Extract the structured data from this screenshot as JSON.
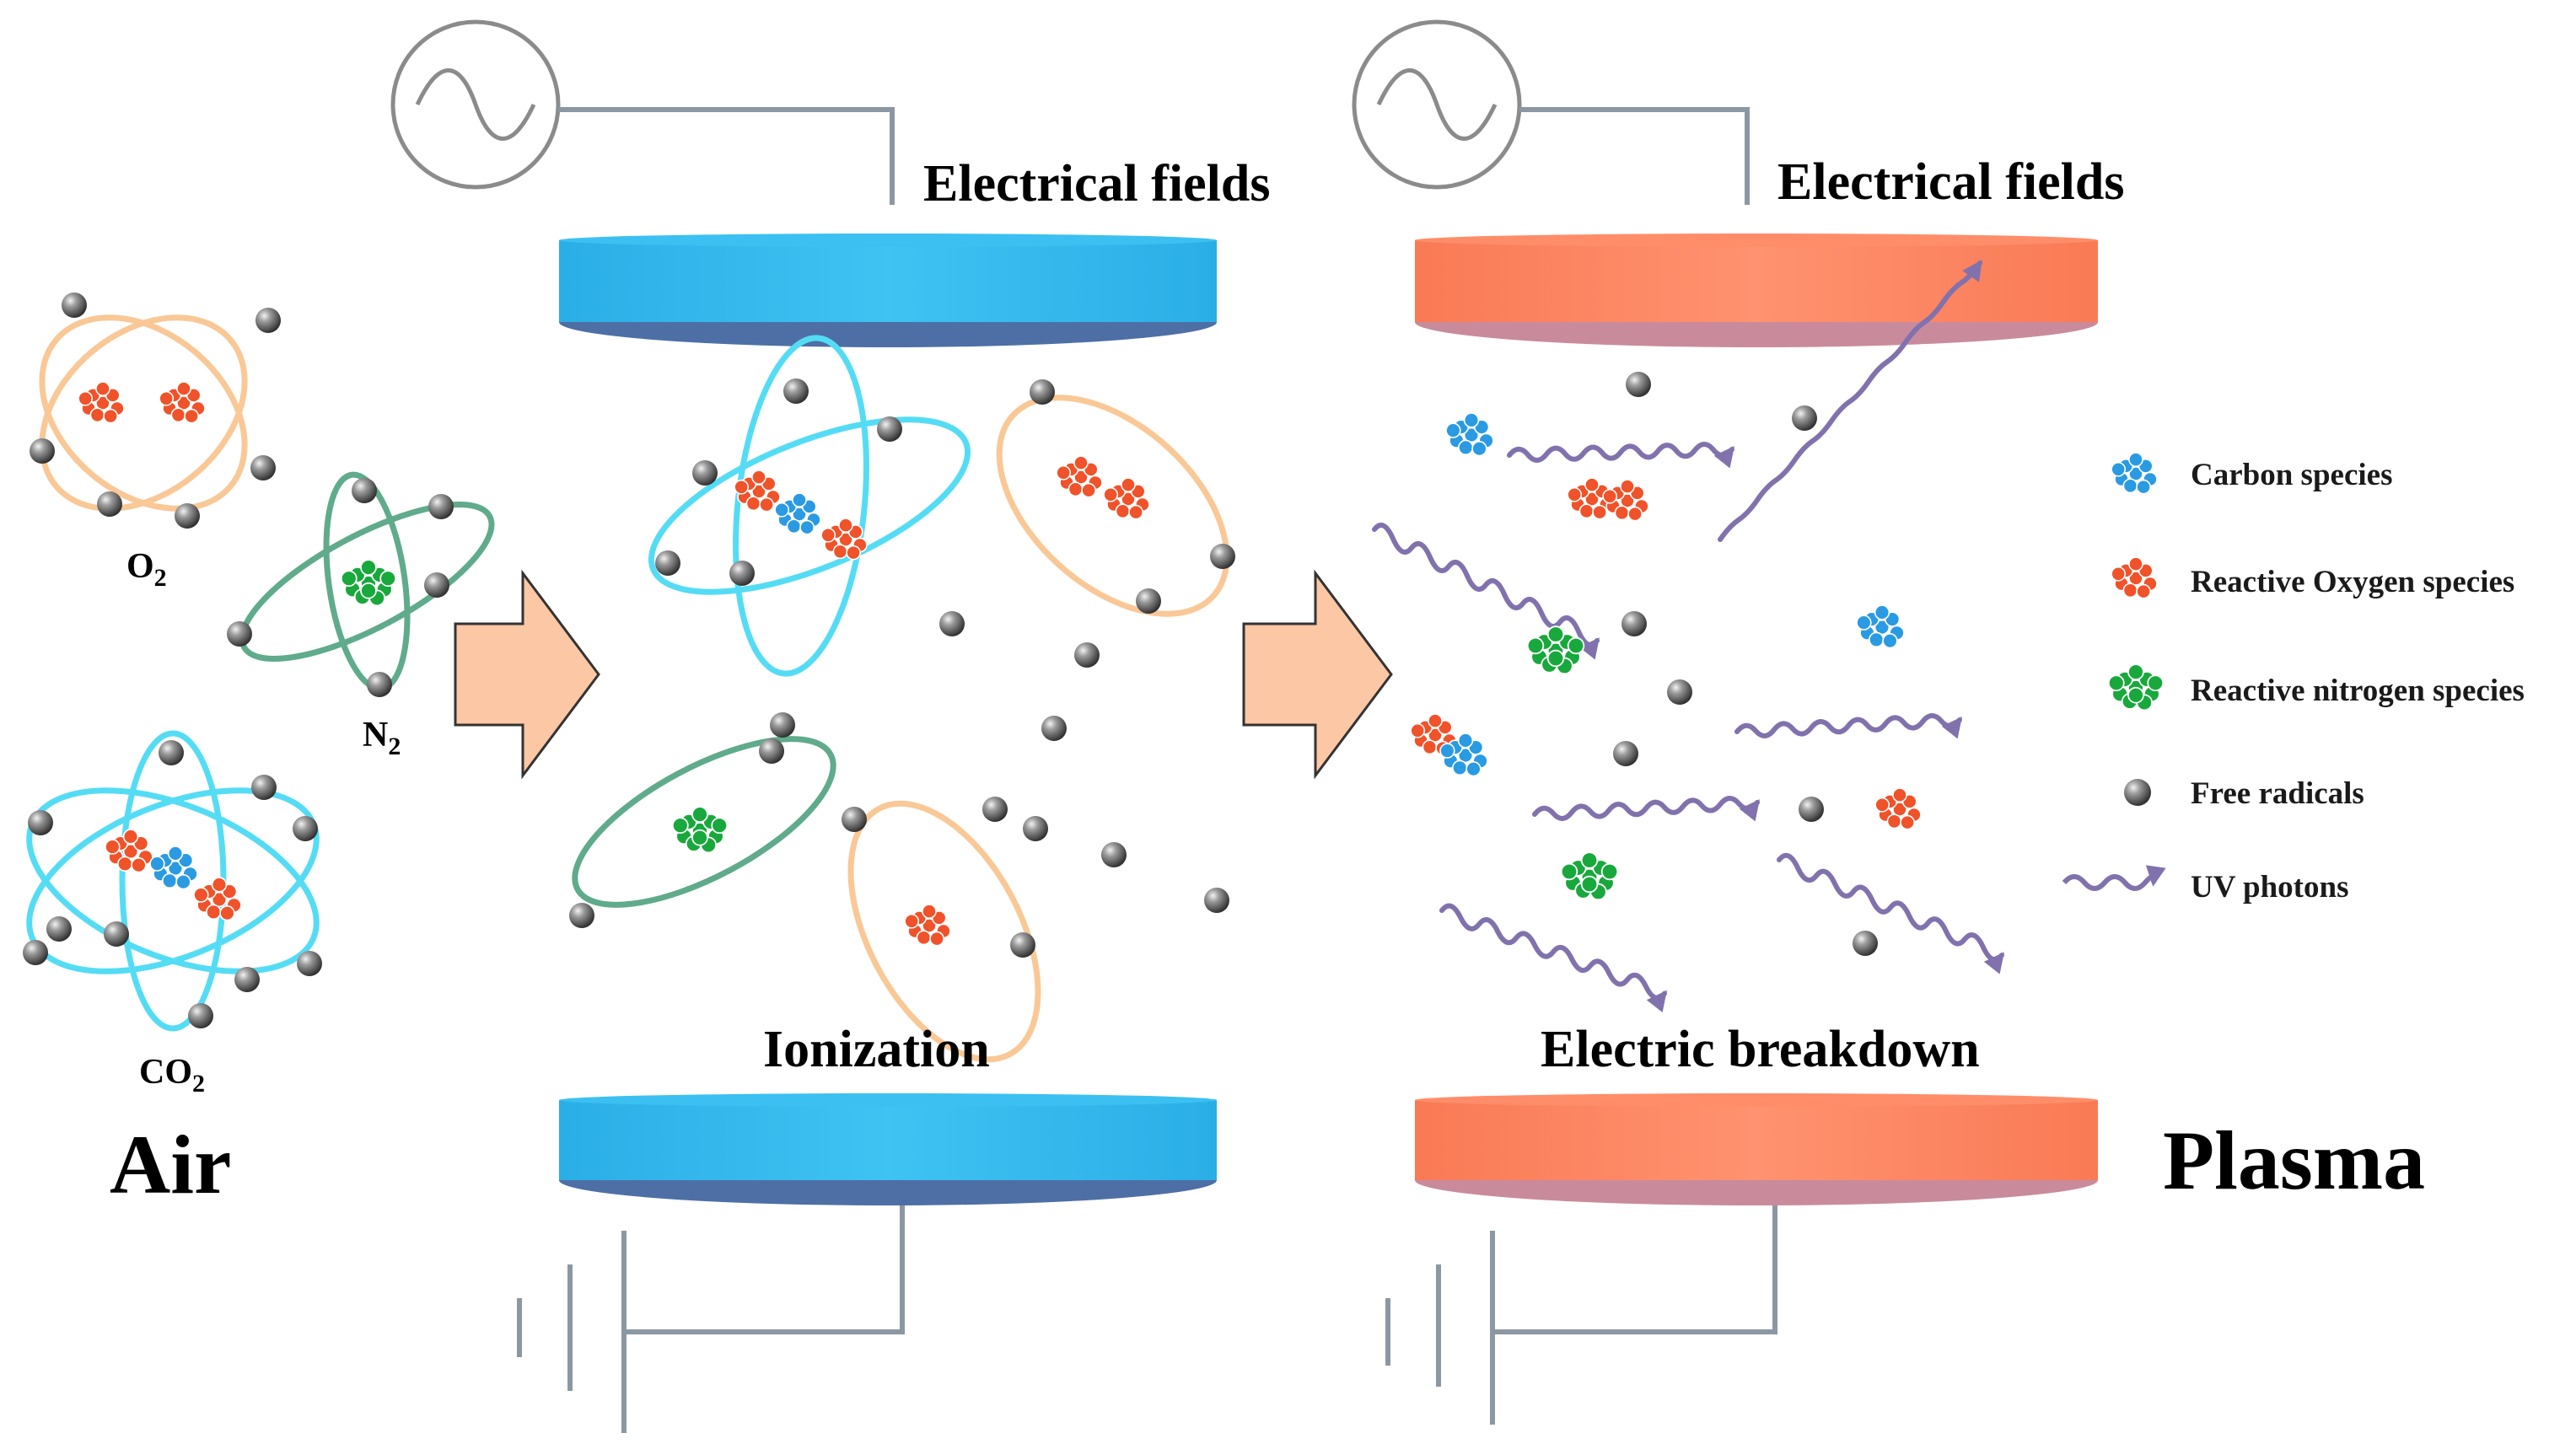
{
  "colors": {
    "blue_plate": "#33b8ee",
    "blue_plate_bottom": "#4e6fa6",
    "orange_plate": "#fd8660",
    "orange_plate_bottom": "#c98b9c",
    "wire": "#8b97a3",
    "arrow_fill": "#fbc7a4",
    "carbon": "#2a9ae3",
    "oxygen": "#f0522a",
    "nitrogen": "#18a83c",
    "radical": "#555555",
    "uv": "#8172ad",
    "orbit_o2": "#f9c896",
    "orbit_n2": "#5fab8c",
    "orbit_co2": "#55dcf5"
  },
  "molecules": {
    "o2": {
      "label_main": "O",
      "label_sub": "2"
    },
    "n2": {
      "label_main": "N",
      "label_sub": "2"
    },
    "co2": {
      "label_main": "CO",
      "label_sub": "2"
    }
  },
  "left_panel": {
    "title": "Air"
  },
  "middle_panel": {
    "top_label": "Electrical fields",
    "bottom_label": "Ionization",
    "ac_source_icon": "ac-source-icon",
    "ground_icon": "ground-icon"
  },
  "right_panel": {
    "top_label": "Electrical fields",
    "bottom_label": "Electric breakdown",
    "title": "Plasma"
  },
  "legend": {
    "items": [
      {
        "label": "Carbon species",
        "icon": "carbon-cluster-icon"
      },
      {
        "label": "Reactive Oxygen species",
        "icon": "oxygen-cluster-icon"
      },
      {
        "label": "Reactive nitrogen species",
        "icon": "nitrogen-cluster-icon"
      },
      {
        "label": "Free radicals",
        "icon": "radical-sphere-icon"
      },
      {
        "label": "UV photons",
        "icon": "uv-wave-icon"
      }
    ]
  }
}
